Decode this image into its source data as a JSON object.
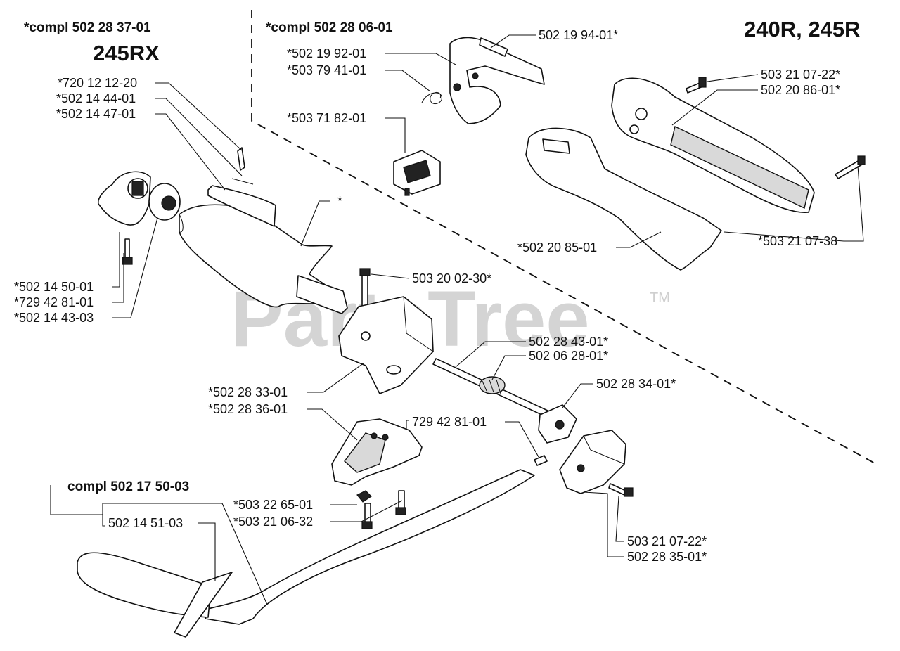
{
  "diagram": {
    "watermark": "PartsTree",
    "trademark": "TM",
    "headers": {
      "kit_left": "*compl 502 28 37-01",
      "model_left": "245RX",
      "kit_middle": "*compl 502 28 06-01",
      "model_right": "240R, 245R",
      "kit_bottom": "compl 502 17 50-03"
    },
    "labels": {
      "p72012": "*720 12 12-20",
      "p50214_44": "*502 14 44-01",
      "p50214_47": "*502 14 47-01",
      "star": "*",
      "p50214_50": "*502 14 50-01",
      "p72942_a": "*729 42 81-01",
      "p50214_43": "*502 14 43-03",
      "p50219_92": "*502 19 92-01",
      "p50379_41": "*503 79 41-01",
      "p50219_94": "502 19 94-01*",
      "p50371_82": "*503 71 82-01",
      "p50321_07_22a": "503 21 07-22*",
      "p50220_86": "502 20 86-01*",
      "p50220_85": "*502 20 85-01",
      "p50321_07_38": "*503 21 07-38",
      "p50320_02": "503 20 02-30*",
      "p50228_43": "502 28 43-01*",
      "p50206_28": "502 06 28-01*",
      "p50228_33": "*502 28 33-01",
      "p50228_36": "*502 28 36-01",
      "p50228_34": "502 28 34-01*",
      "p72942_b": "729 42 81-01",
      "p50322_65": "*503 22 65-01",
      "p50321_06": "*503 21 06-32",
      "p50214_51": "502 14 51-03",
      "p50321_07_22b": "503 21 07-22*",
      "p50228_35": "502 28 35-01*"
    }
  }
}
